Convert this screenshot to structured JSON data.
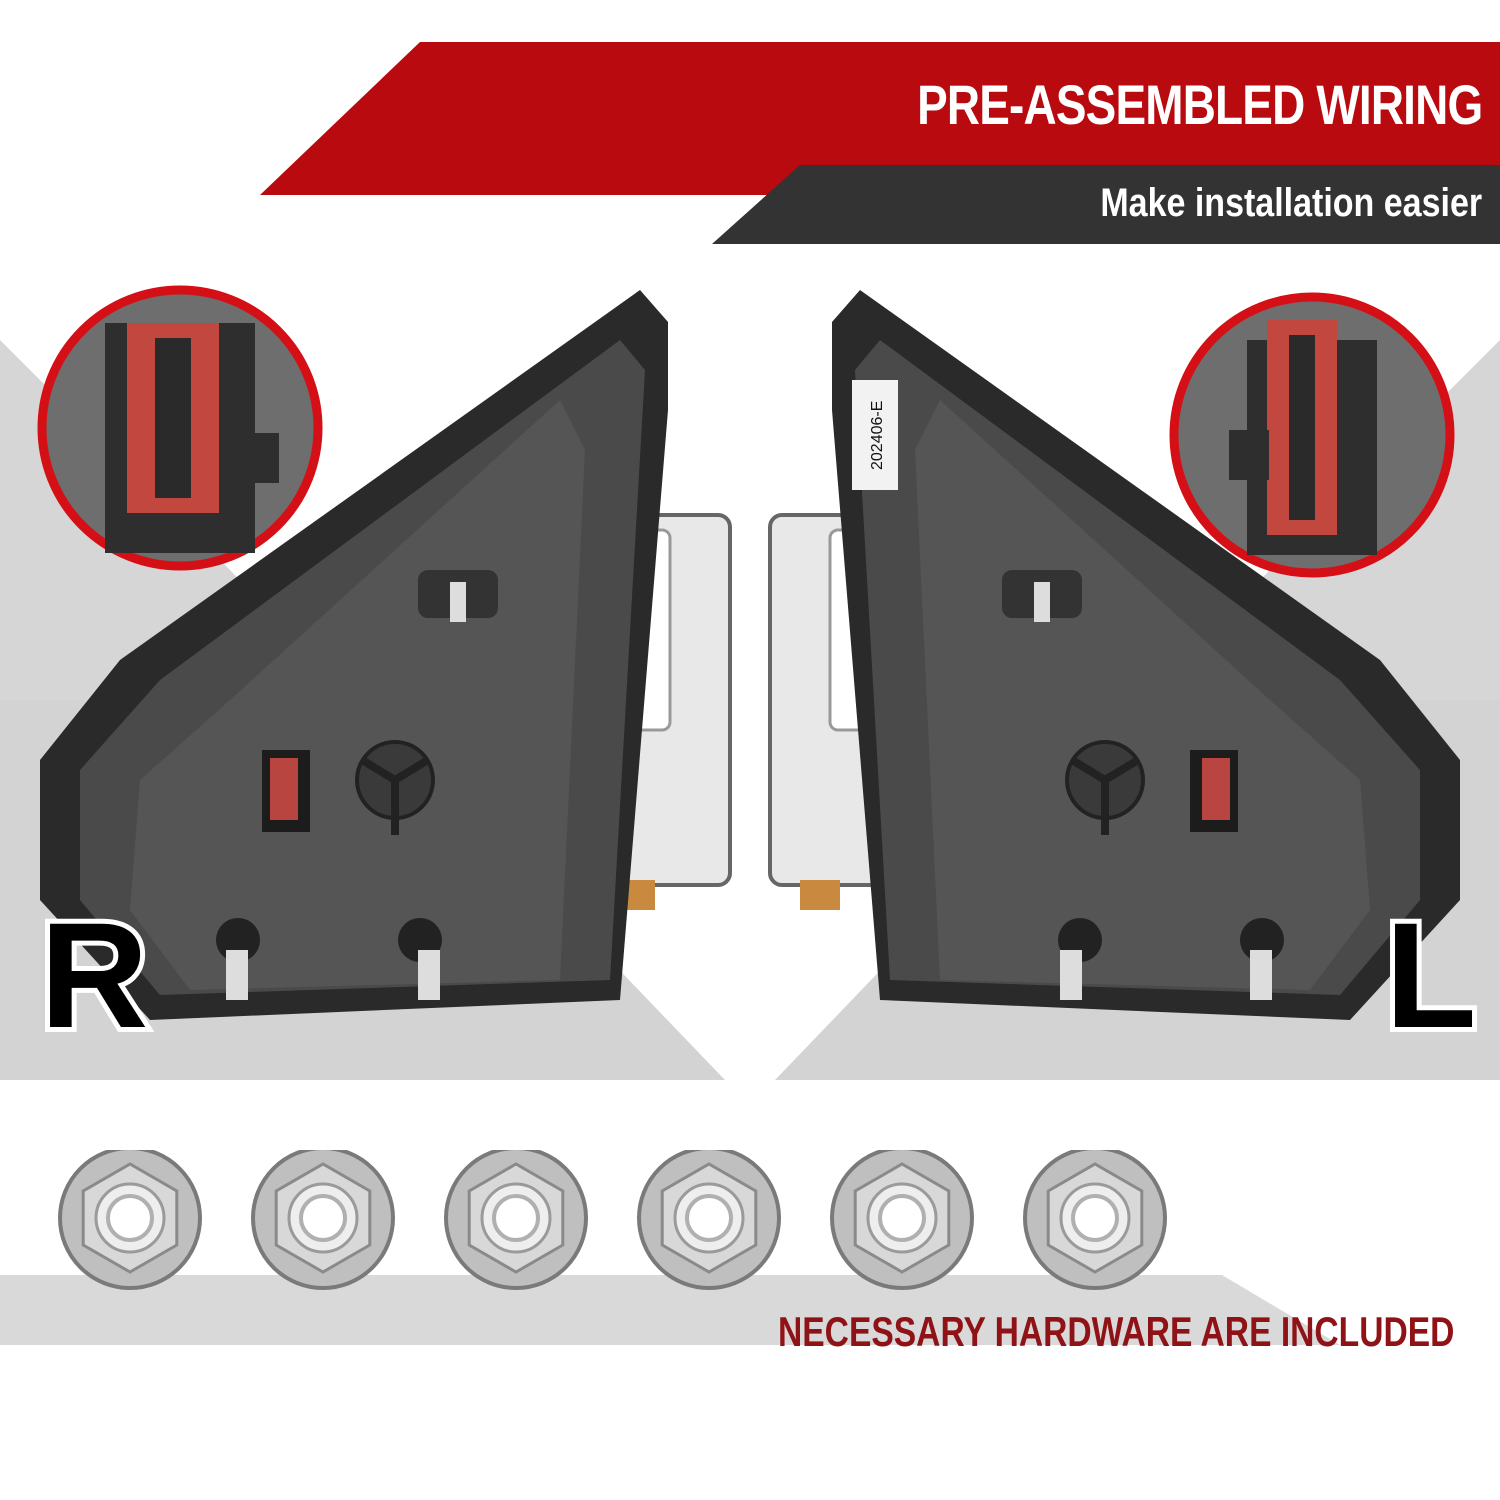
{
  "header": {
    "title": "PRE-ASSEMBLED WIRING",
    "subtitle": "Make installation easier"
  },
  "mirrors": {
    "right_label": "R",
    "left_label": "L",
    "part_number": "202406-E"
  },
  "hardware": {
    "nut_count": 6,
    "caption": "NECESSARY HARDWARE ARE INCLUDED"
  },
  "colors": {
    "banner_red": "#b80a0f",
    "banner_dark": "#333333",
    "caption_red": "#8f1316",
    "backdrop_gray": "#d4d4d4"
  }
}
